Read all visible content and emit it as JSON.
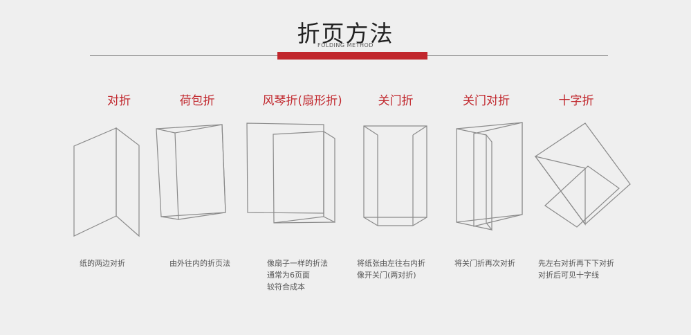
{
  "header": {
    "title": "折页方法",
    "subtitle": "FOLDING METHOD",
    "accent_color": "#c1272d"
  },
  "methods": [
    {
      "label": "对折",
      "desc": [
        "纸的两边对折"
      ]
    },
    {
      "label": "荷包折",
      "desc": [
        "由外往内的折页法"
      ]
    },
    {
      "label": "风琴折(扇形折)",
      "desc": [
        "像扇子一样的折法",
        "通常为6页面",
        "较符合成本"
      ]
    },
    {
      "label": "关门折",
      "desc": [
        "将纸张由左往右内折",
        "像开关门(两对折)"
      ]
    },
    {
      "label": "关门对折",
      "desc": [
        "将关门折再次对折"
      ]
    },
    {
      "label": "十字折",
      "desc": [
        "先左右对折再下下对折",
        "对折后可见十字线"
      ]
    }
  ]
}
